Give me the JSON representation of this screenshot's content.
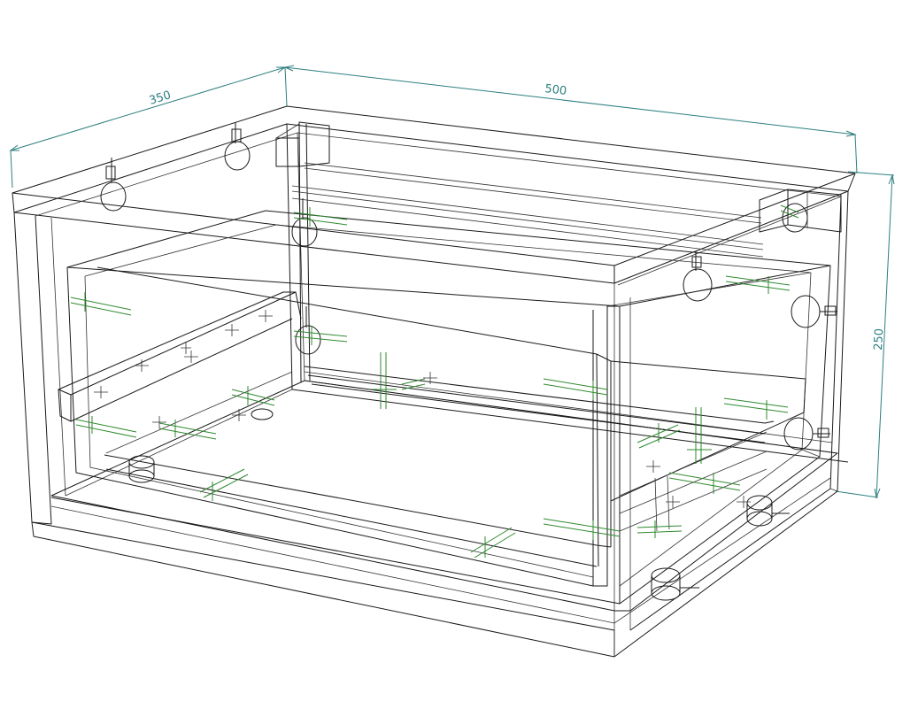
{
  "dimensions": {
    "depth": "350",
    "width": "500",
    "height": "250"
  },
  "colors": {
    "edges": "#1a1a1a",
    "dimension": "#2e7f80",
    "dowels": "#2f8a2f",
    "background": "#ffffff"
  }
}
